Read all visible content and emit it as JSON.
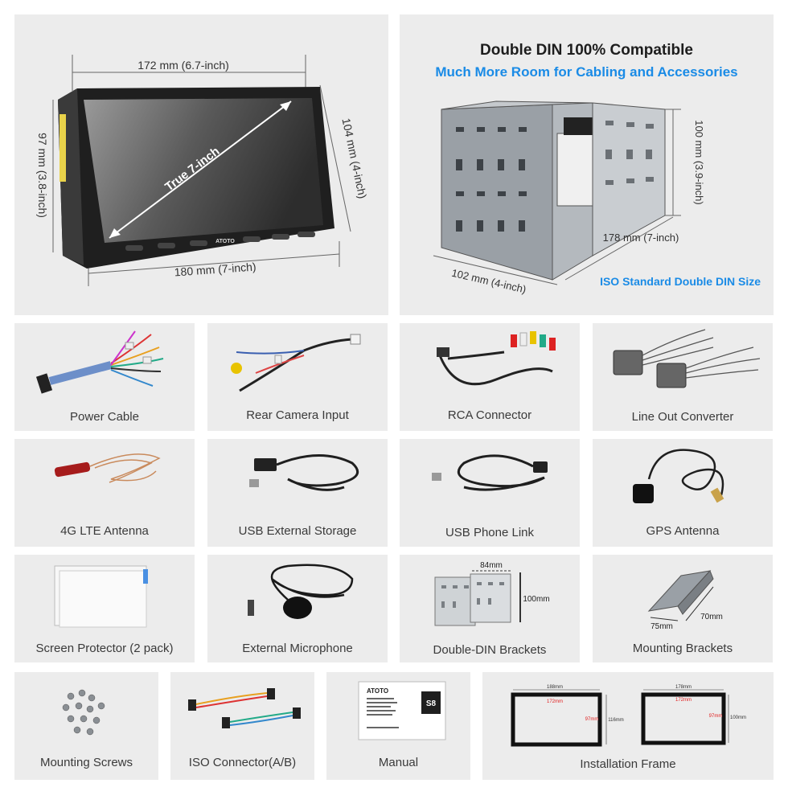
{
  "screen_diagram": {
    "width_top": "172 mm (6.7-inch)",
    "width_bottom": "180 mm (7-inch)",
    "height_left": "97 mm (3.8-inch)",
    "height_right": "104 mm (4-inch)",
    "diagonal": "True 7-inch",
    "brand": "ATOTO"
  },
  "din_diagram": {
    "title": "Double DIN 100% Compatible",
    "subtitle": "Much More Room for Cabling and Accessories",
    "height": "100 mm (3.9-inch)",
    "depth": "178 mm (7-inch)",
    "width": "102 mm (4-inch)",
    "iso_label": "ISO Standard Double DIN Size",
    "colors": {
      "accent": "#1a8be6"
    }
  },
  "accessories": [
    {
      "label": "Power Cable",
      "icon": "power-cable-icon"
    },
    {
      "label": "Rear Camera Input",
      "icon": "camera-cable-icon"
    },
    {
      "label": "RCA Connector",
      "icon": "rca-connector-icon"
    },
    {
      "label": "Line Out Converter",
      "icon": "line-out-converter-icon"
    },
    {
      "label": "4G LTE Antenna",
      "icon": "lte-antenna-icon"
    },
    {
      "label": "USB External Storage",
      "icon": "usb-cable-icon"
    },
    {
      "label": "USB Phone Link",
      "icon": "usb-cable-icon"
    },
    {
      "label": "GPS Antenna",
      "icon": "gps-antenna-icon"
    },
    {
      "label": "Screen Protector (2 pack)",
      "icon": "screen-protector-icon"
    },
    {
      "label": "External Microphone",
      "icon": "microphone-icon"
    },
    {
      "label": "Double-DIN Brackets",
      "icon": "din-brackets-icon"
    },
    {
      "label": "Mounting Brackets",
      "icon": "mounting-brackets-icon"
    },
    {
      "label": "Mounting Screws",
      "icon": "screws-icon"
    },
    {
      "label": "ISO Connector(A/B)",
      "icon": "iso-connector-icon"
    },
    {
      "label": "Manual",
      "icon": "manual-icon"
    },
    {
      "label": "Installation Frame",
      "icon": "installation-frame-icon"
    }
  ],
  "bracket_dims": {
    "width": "84mm",
    "height": "100mm"
  },
  "mount_bracket_dims": {
    "a": "75mm",
    "b": "70mm"
  },
  "manual": {
    "brand": "ATOTO",
    "model": "S8"
  },
  "frames": {
    "left": {
      "outer": "188mm",
      "inner": "172mm",
      "height_outer": "116mm",
      "height_inner": "97mm"
    },
    "right": {
      "outer": "178mm",
      "inner": "172mm",
      "height_outer": "100mm",
      "height_inner": "97mm"
    }
  }
}
